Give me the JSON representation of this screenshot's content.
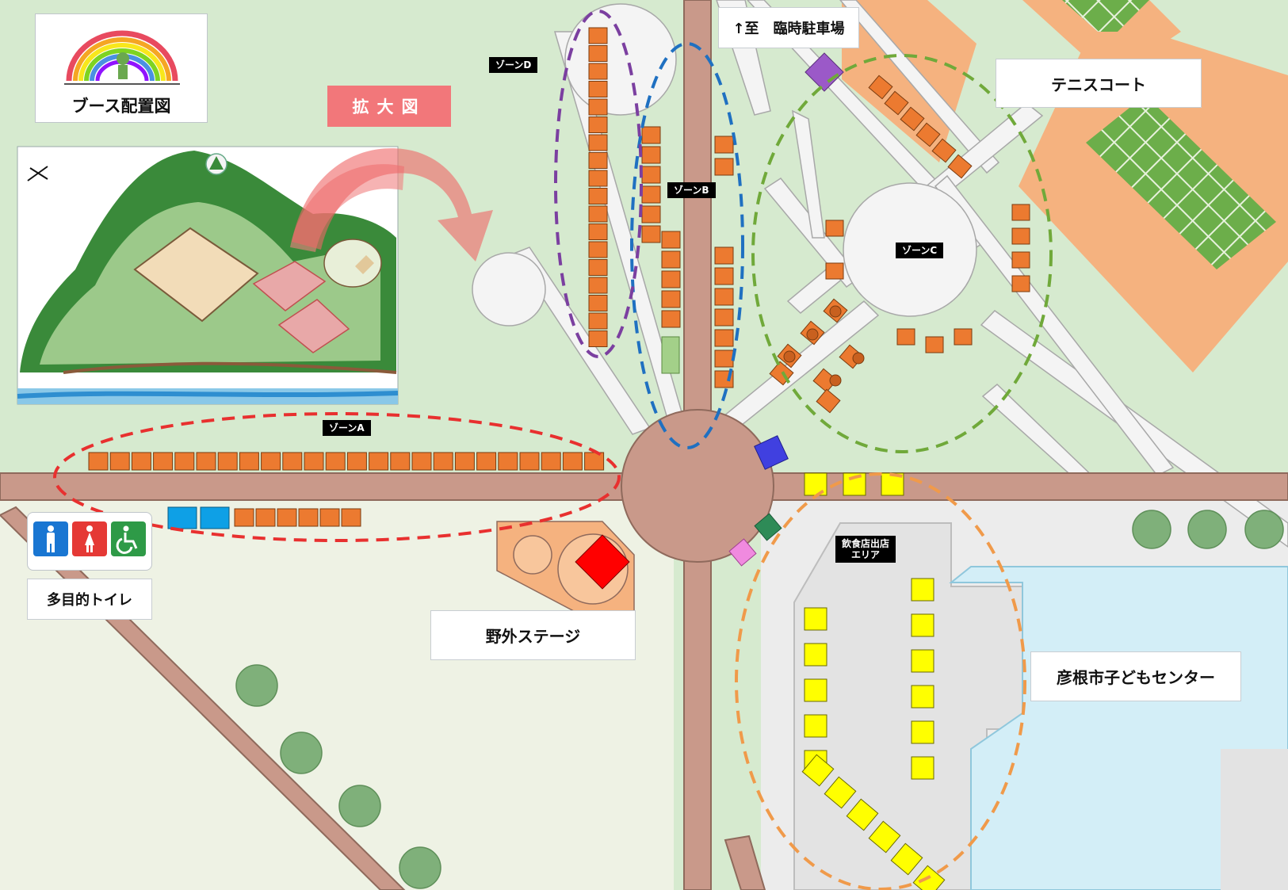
{
  "logo": {
    "title": "ブース配置図"
  },
  "zoom_label": "拡大図",
  "labels": {
    "parking": "↑至　臨時駐車場",
    "tennis": "テニスコート",
    "toilet": "多目的トイレ",
    "stage": "野外ステージ",
    "kids_center": "彦根市子どもセンター"
  },
  "zones": {
    "a": "ゾーンA",
    "b": "ゾーンB",
    "c": "ゾーンC",
    "d": "ゾーンD",
    "food_line1": "飲食店出店",
    "food_line2": "エリア"
  },
  "toilet_icons": [
    "male-toilet-icon",
    "female-toilet-icon",
    "wheelchair-icon"
  ],
  "colors": {
    "grass": "#d7ead5",
    "road": "#c9998a",
    "path": "#f3f3f3",
    "booth": "#ec7a30",
    "food_booth": "#ffff00",
    "zone_a": "#e8302f",
    "zone_b": "#1f70c1",
    "zone_c": "#70a93a",
    "zone_d": "#7b3fa0",
    "zone_food": "#f09a4a"
  }
}
